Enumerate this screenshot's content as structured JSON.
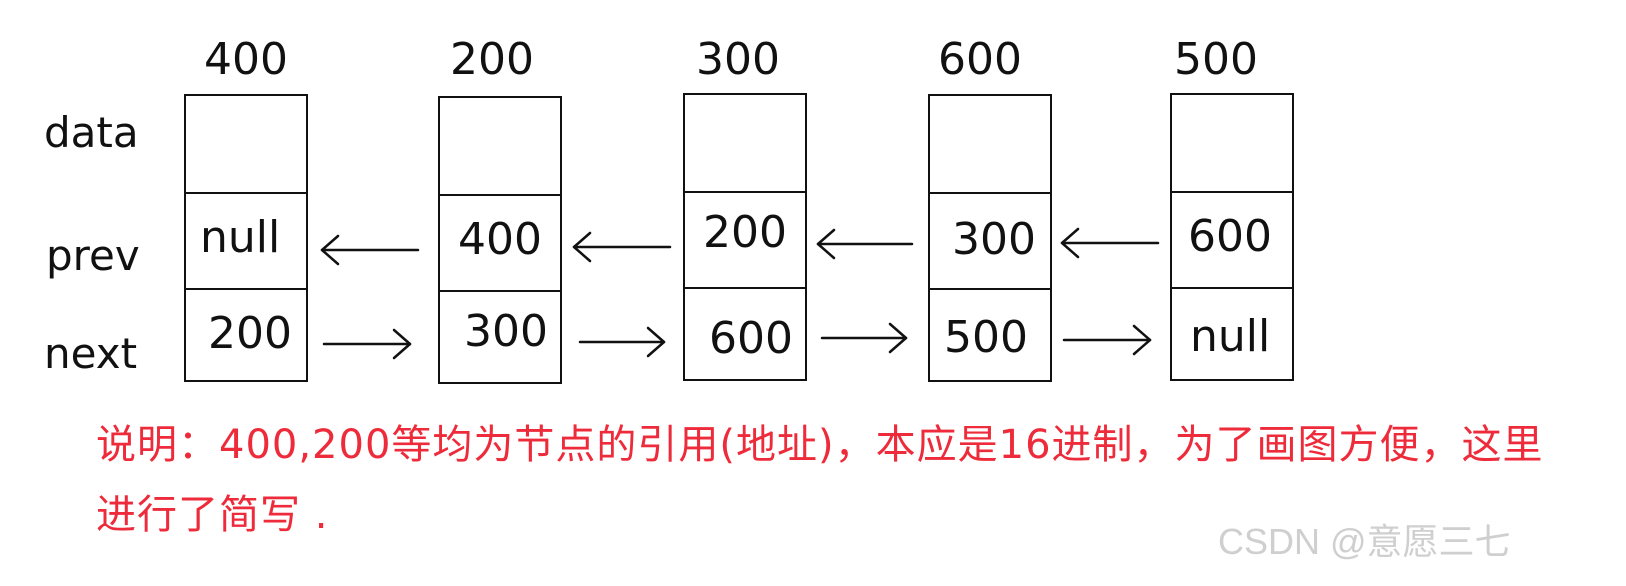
{
  "row_labels": {
    "data": "data",
    "prev": "prev",
    "next": "next"
  },
  "nodes": [
    {
      "address": "400",
      "prev": "null",
      "next": "200"
    },
    {
      "address": "200",
      "prev": "400",
      "next": "300"
    },
    {
      "address": "300",
      "prev": "200",
      "next": "600"
    },
    {
      "address": "600",
      "prev": "300",
      "next": "500"
    },
    {
      "address": "500",
      "prev": "600",
      "next": "null"
    }
  ],
  "note": "说明：400,200等均为节点的引用(地址)，本应是16进制，为了画图方便，这里进行了简写  .",
  "watermark": "CSDN @意愿三七",
  "colors": {
    "note": "#ee2b3a",
    "watermark": "#cfcfcf",
    "line": "#111111"
  }
}
